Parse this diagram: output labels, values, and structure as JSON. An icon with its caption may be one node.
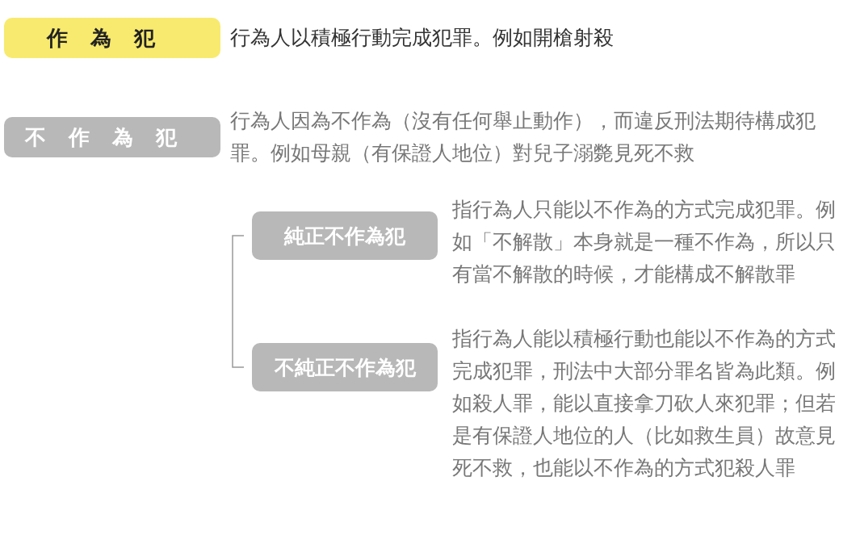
{
  "diagram": {
    "nodes": [
      {
        "text": [
          "作為犯"
        ],
        "beside": [
          "行為人以積極行動完成犯罪。例如開槍射殺"
        ]
      },
      {
        "text": [
          "不作為犯"
        ],
        "beside": [
          "行為人因為不作為（沒有任何舉止動作），而違反刑法期待構成犯罪。例如母親（有保證人地位）對兒子溺斃見死不救"
        ]
      },
      {
        "text": [
          "純正不作為犯"
        ],
        "beside": [
          "指行為人只能以不作為的方式完成犯罪。例如「不解散」本身就是一種不作為，所以只有當不解散的時候，才能構成不解散罪"
        ]
      },
      {
        "text": [
          "不純正不作為犯"
        ],
        "beside": [
          "指行為人能以積極行動也能以不作為的方式完成犯罪，刑法中大部分罪名皆為此類。例如殺人罪，能以直接拿刀砍人來犯罪；但若是有保證人地位的人（比如救生員）故意見死不救，也能以不作為的方式犯殺人罪"
        ]
      }
    ],
    "edges": []
  }
}
